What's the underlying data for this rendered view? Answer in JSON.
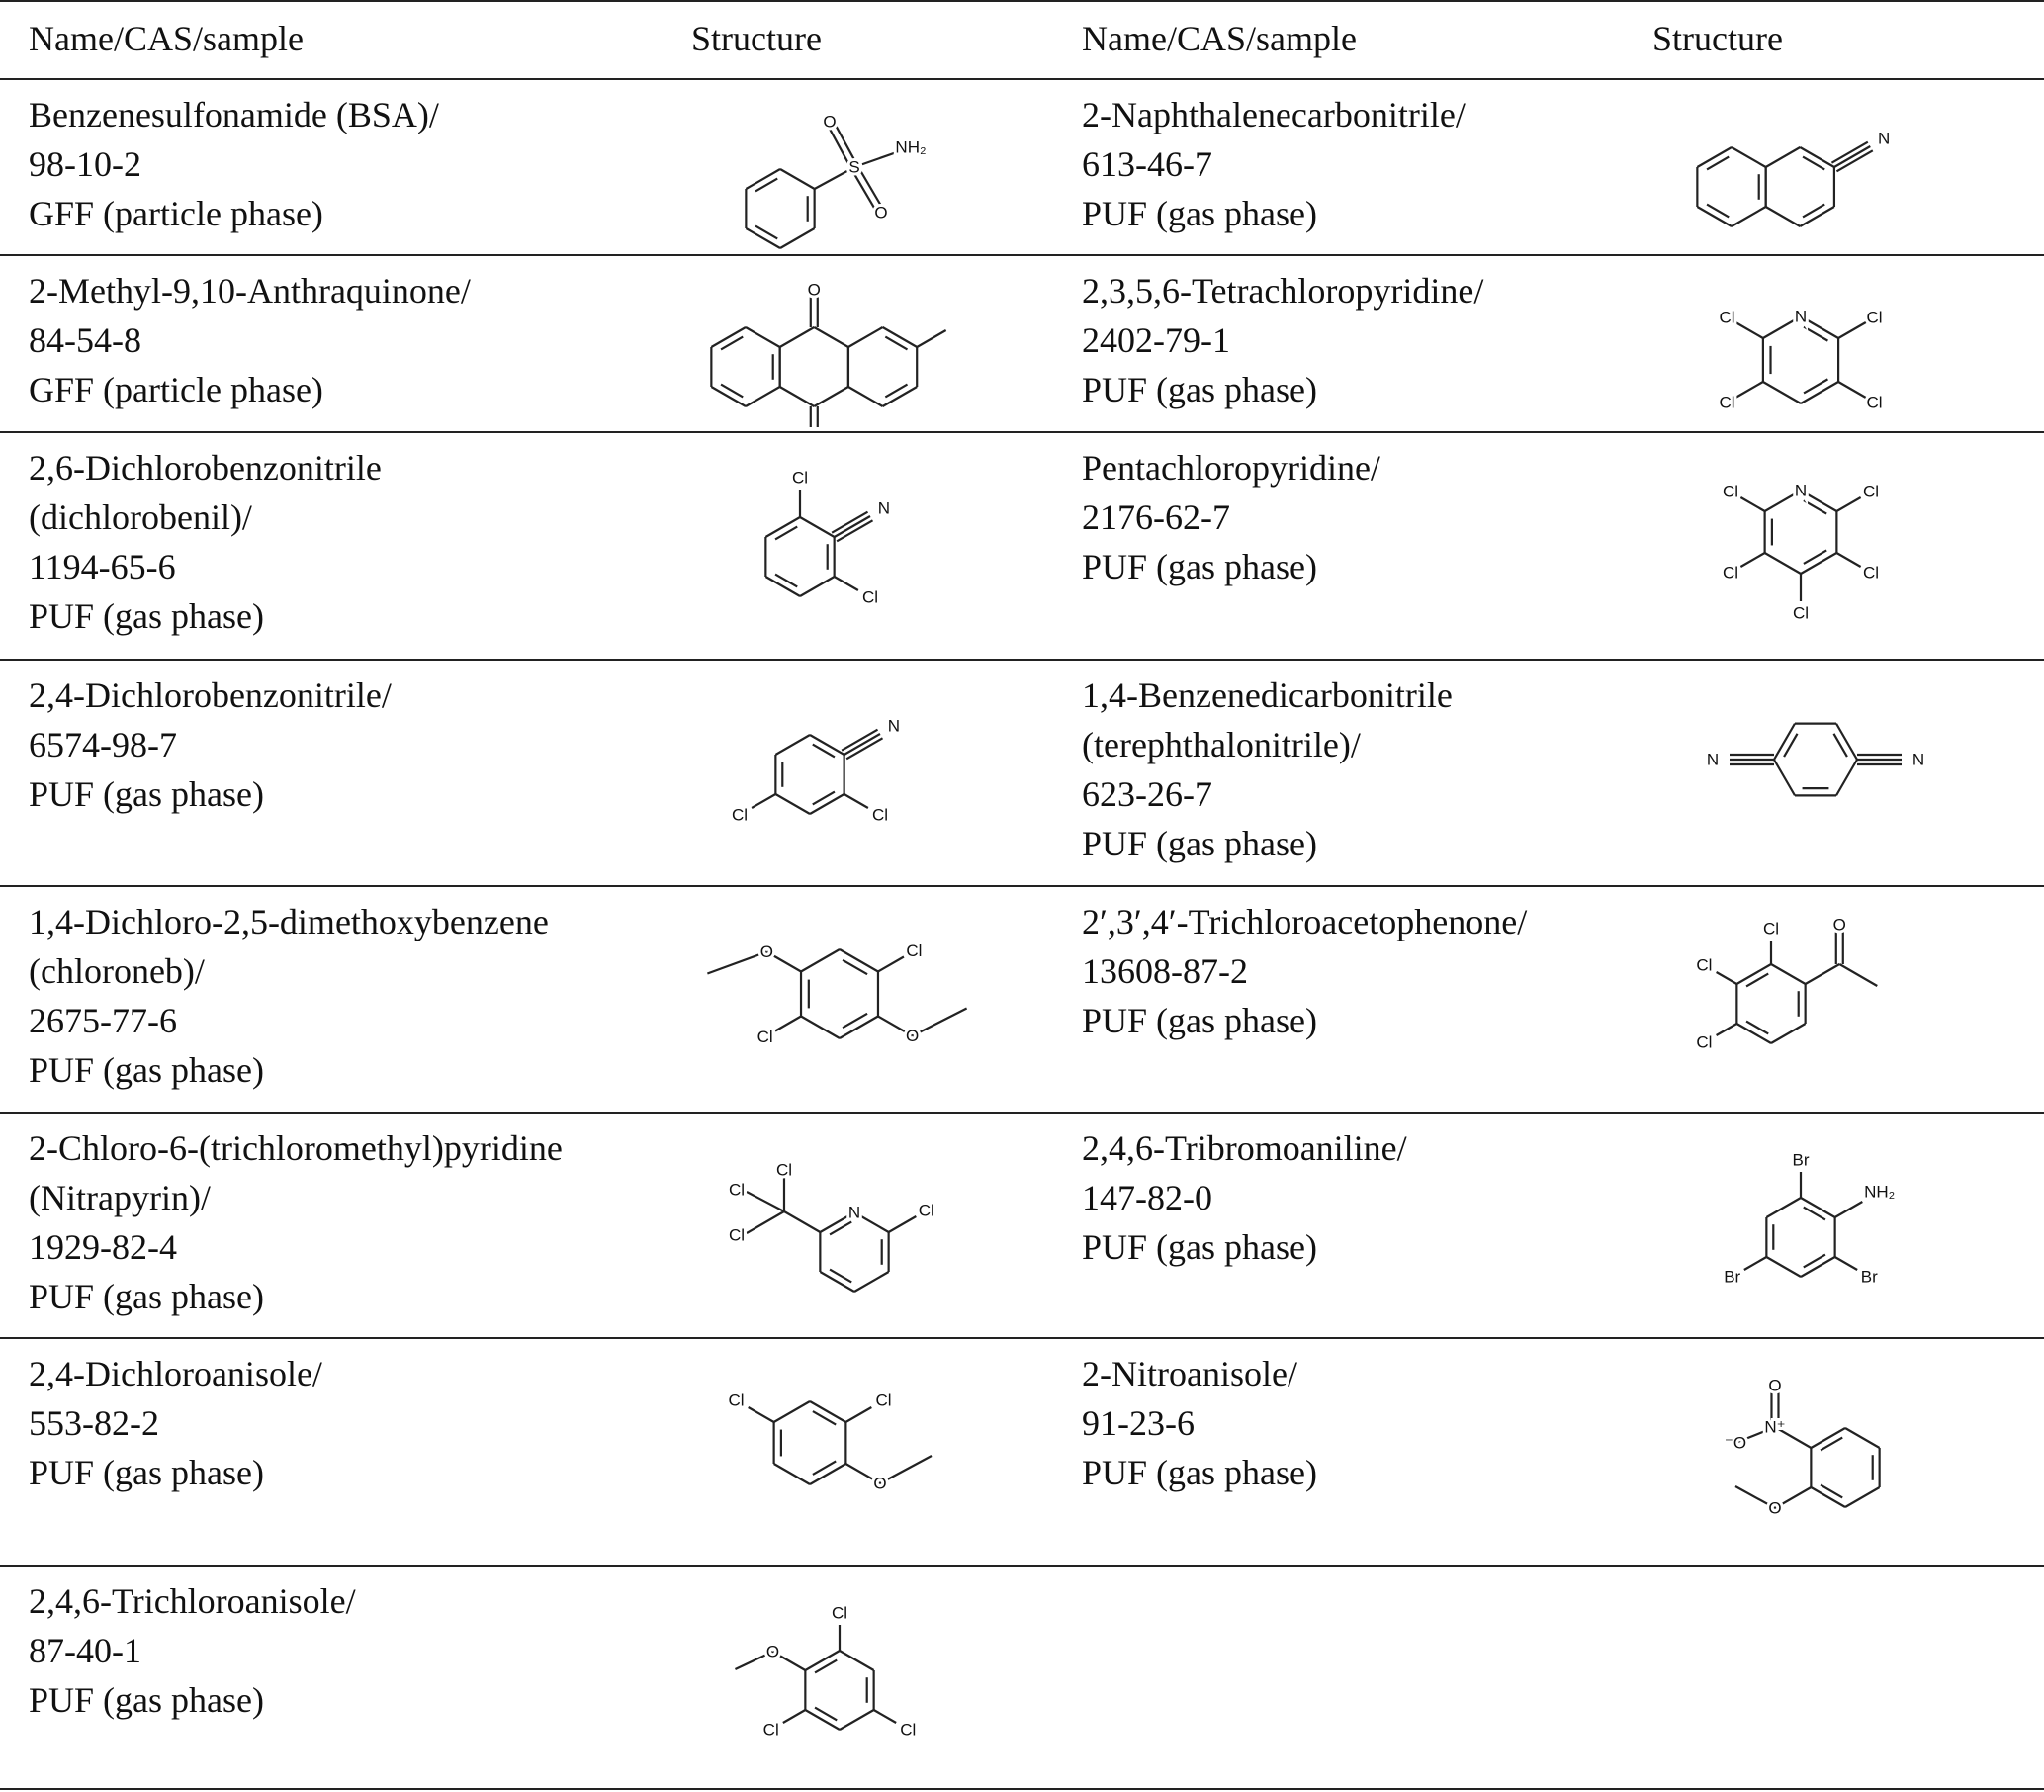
{
  "headers": [
    "Name/CAS/sample",
    "Structure",
    "Name/CAS/sample",
    "Structure"
  ],
  "rows": [
    {
      "heights": 178,
      "left": {
        "id": "bsa",
        "lines": [
          "Benzenesulfonamide (BSA)/",
          "98-10-2",
          "GFF (particle phase)"
        ],
        "atoms": [
          "S",
          "O",
          "O",
          "NH₂"
        ]
      },
      "right": {
        "id": "naph",
        "lines": [
          "2-Naphthalenecarbonitrile/",
          "613-46-7",
          "PUF (gas phase)"
        ],
        "atoms": [
          "N"
        ]
      }
    },
    {
      "heights": 179,
      "left": {
        "id": "aq",
        "lines": [
          "2-Methyl-9,10-Anthraquinone/",
          "84-54-8",
          "GFF (particle phase)"
        ],
        "atoms": [
          "O",
          "O"
        ]
      },
      "right": {
        "id": "tcp",
        "lines": [
          "2,3,5,6-Tetrachloropyridine/",
          "2402-79-1",
          "PUF (gas phase)"
        ],
        "atoms": [
          "N",
          "Cl",
          "Cl",
          "Cl",
          "Cl"
        ]
      }
    },
    {
      "heights": 230,
      "left": {
        "id": "dcb",
        "lines": [
          "2,6-Dichlorobenzonitrile",
          "(dichlorobenil)/",
          "1194-65-6",
          "PUF (gas phase)"
        ],
        "atoms": [
          "Cl",
          "N",
          "Cl"
        ]
      },
      "right": {
        "id": "pcp",
        "lines": [
          "Pentachloropyridine/",
          "2176-62-7",
          "PUF (gas phase)"
        ],
        "atoms": [
          "N",
          "Cl",
          "Cl",
          "Cl",
          "Cl",
          "Cl"
        ]
      }
    },
    {
      "heights": 229,
      "left": {
        "id": "dcbn",
        "lines": [
          "2,4-Dichlorobenzonitrile/",
          "6574-98-7",
          "PUF (gas phase)"
        ],
        "atoms": [
          "N",
          "Cl",
          "Cl"
        ]
      },
      "right": {
        "id": "tpn",
        "lines": [
          "1,4-Benzenedicarbonitrile",
          "(terephthalonitrile)/",
          "623-26-7",
          "PUF (gas phase)"
        ],
        "atoms": [
          "N",
          "N"
        ]
      }
    },
    {
      "heights": 229,
      "left": {
        "id": "cnb",
        "lines": [
          "1,4-Dichloro-2,5-dimethoxybenzene",
          "(chloroneb)/",
          "2675-77-6",
          "PUF (gas phase)"
        ],
        "atoms": [
          "O",
          "Cl",
          "Cl",
          "O"
        ]
      },
      "right": {
        "id": "tcap",
        "lines": [
          "2′,3′,4′-Trichloroacetophenone/",
          "13608-87-2",
          "PUF (gas phase)"
        ],
        "atoms": [
          "Cl",
          "Cl",
          "Cl",
          "O"
        ]
      }
    },
    {
      "heights": 228,
      "left": {
        "id": "nit",
        "lines": [
          "2-Chloro-6-(trichloromethyl)pyridine",
          "(Nitrapyrin)/",
          "1929-82-4",
          "PUF (gas phase)"
        ],
        "atoms": [
          "N",
          "Cl",
          "Cl",
          "Cl",
          "Cl"
        ]
      },
      "right": {
        "id": "tba",
        "lines": [
          "2,4,6-Tribromoaniline/",
          "147-82-0",
          "PUF (gas phase)"
        ],
        "atoms": [
          "Br",
          "NH₂",
          "Br",
          "Br"
        ]
      }
    },
    {
      "heights": 230,
      "left": {
        "id": "dca",
        "lines": [
          "2,4-Dichloroanisole/",
          "553-82-2",
          "PUF (gas phase)"
        ],
        "atoms": [
          "Cl",
          "Cl",
          "O"
        ]
      },
      "right": {
        "id": "na",
        "lines": [
          "2-Nitroanisole/",
          "91-23-6",
          "PUF (gas phase)"
        ],
        "atoms": [
          "N⁺",
          "O",
          "⁻O",
          "O"
        ]
      }
    },
    {
      "heights": 226,
      "left": {
        "id": "tca",
        "lines": [
          "2,4,6-Trichloroanisole/",
          "87-40-1",
          "PUF (gas phase)"
        ],
        "atoms": [
          "Cl",
          "O",
          "Cl",
          "Cl"
        ]
      },
      "right": null
    }
  ]
}
